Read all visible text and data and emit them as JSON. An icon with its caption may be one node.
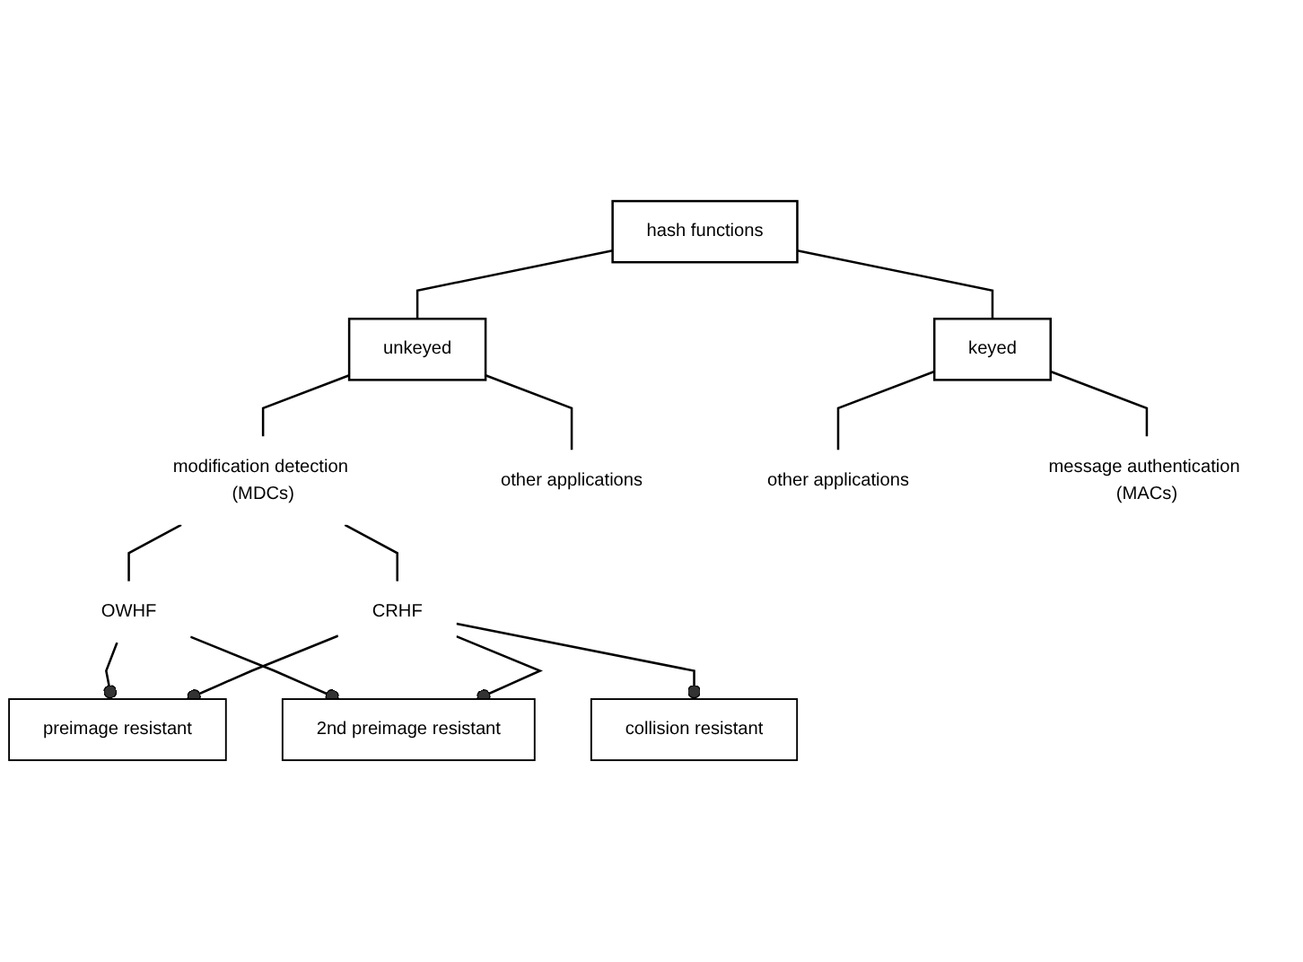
{
  "diagram": {
    "nodes": [
      {
        "text": [
          "hash functions"
        ]
      },
      {
        "text": [
          "unkeyed"
        ]
      },
      {
        "text": [
          "keyed"
        ]
      },
      {
        "text": [
          "modification detection (MDCs)"
        ]
      },
      {
        "text": [
          "other applications"
        ]
      },
      {
        "text": [
          "other applications"
        ]
      },
      {
        "text": [
          "message authentication (MACs)"
        ]
      },
      {
        "text": [
          "OWHF"
        ]
      },
      {
        "text": [
          "CRHF"
        ]
      },
      {
        "text": [
          "preimage resistant"
        ]
      },
      {
        "text": [
          "2nd preimage resistant"
        ]
      },
      {
        "text": [
          "collision resistant"
        ]
      }
    ],
    "edges": [
      {
        "from": 0,
        "to": 1,
        "arrow": "none"
      },
      {
        "from": 0,
        "to": 2,
        "arrow": "none"
      },
      {
        "from": 1,
        "to": 3,
        "arrow": "none"
      },
      {
        "from": 1,
        "to": 4,
        "arrow": "none"
      },
      {
        "from": 2,
        "to": 5,
        "arrow": "none"
      },
      {
        "from": 2,
        "to": 6,
        "arrow": "none"
      },
      {
        "from": 3,
        "to": 7,
        "arrow": "none"
      },
      {
        "from": 3,
        "to": 8,
        "arrow": "none"
      },
      {
        "from": 7,
        "to": 9,
        "arrow": "other"
      },
      {
        "from": 7,
        "to": 10,
        "arrow": "other"
      },
      {
        "from": 8,
        "to": 9,
        "arrow": "other"
      },
      {
        "from": 8,
        "to": 10,
        "arrow": "other"
      },
      {
        "from": 8,
        "to": 11,
        "arrow": "other"
      }
    ]
  }
}
